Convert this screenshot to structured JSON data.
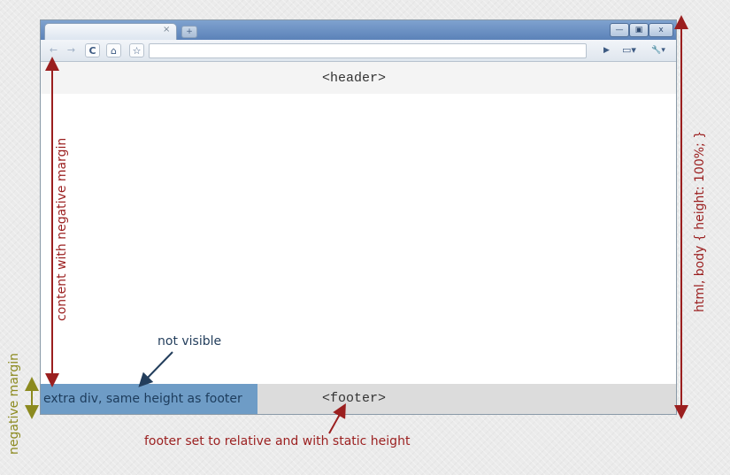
{
  "browser": {
    "tab_close_glyph": "×",
    "new_tab_glyph": "+",
    "buttons": {
      "back": "←",
      "forward": "→",
      "reload": "C",
      "home": "⌂",
      "star": "☆",
      "go": "▶",
      "page": "▭▾",
      "wrench": "🔧▾",
      "minimize": "—",
      "maximize": "▣",
      "close": "x"
    }
  },
  "page": {
    "header_label": "<header>",
    "footer_label": "<footer>",
    "extra_div_label": "extra div, same height as footer"
  },
  "annotations": {
    "content_negative_margin": "content with negative margin",
    "html_body_height": "html, body { height: 100%; }",
    "negative_margin": "negative margin",
    "not_visible": "not visible",
    "footer_relative": "footer set to relative and with static height"
  },
  "colors": {
    "annotation_red": "#9b1f1f",
    "annotation_olive": "#8c8a1f",
    "annotation_navy": "#233e5c",
    "extra_div_blue": "#6e9cc6",
    "footer_gray": "#dcdcdc",
    "header_gray": "#f4f4f4"
  }
}
